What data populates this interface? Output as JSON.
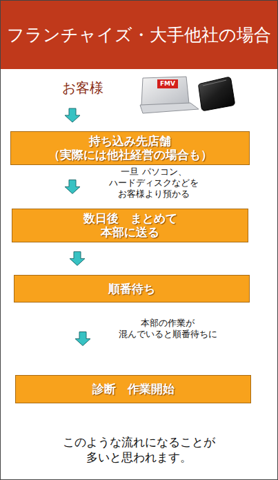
{
  "diagram": {
    "title": "フランチャイズ・大手他社の場合",
    "caption": "このような流れになることが 多いと思われます。",
    "nodes": [
      {
        "text": [
          "お客様"
        ]
      },
      {
        "text": [
          "持ち込み先店舗 （実際には他社経営の場合も）"
        ]
      },
      {
        "text": [
          "数日後　まとめて 本部に送る"
        ]
      },
      {
        "text": [
          "順番待ち"
        ]
      },
      {
        "text": [
          "診断　作業開始"
        ]
      }
    ],
    "edges": [
      {
        "from": 0,
        "to": 1,
        "arrow": "to"
      },
      {
        "from": 1,
        "to": 2,
        "arrow": "to",
        "label": "一旦 パソコン、ハードディスクなどを お客様より預かる"
      },
      {
        "from": 2,
        "to": 3,
        "arrow": "to"
      },
      {
        "from": 3,
        "to": 4,
        "arrow": "to",
        "label": "本部の作業が 混んでいると順番待ちに"
      }
    ],
    "labels": [
      "FMV"
    ]
  }
}
